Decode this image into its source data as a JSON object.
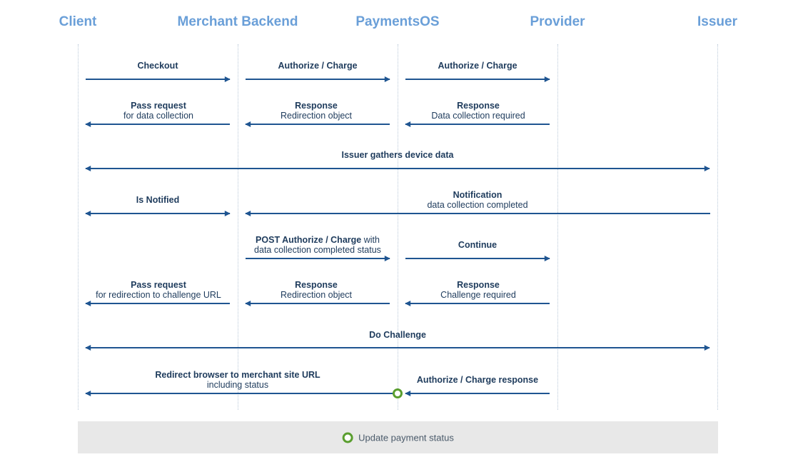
{
  "actors": [
    "Client",
    "Merchant Backend",
    "PaymentsOS",
    "Provider",
    "Issuer"
  ],
  "messages": [
    {
      "bold": "Checkout",
      "normal": ""
    },
    {
      "bold": "Authorize / Charge",
      "normal": ""
    },
    {
      "bold": "Authorize / Charge",
      "normal": ""
    },
    {
      "bold": "Pass request",
      "normal": "for data collection"
    },
    {
      "bold": "Response",
      "normal": "Redirection object"
    },
    {
      "bold": "Response",
      "normal": "Data collection required"
    },
    {
      "bold": "Issuer gathers device data",
      "normal": ""
    },
    {
      "bold": "Is Notified",
      "normal": ""
    },
    {
      "bold": "Notification",
      "normal": "data collection completed"
    },
    {
      "bold": "POST Authorize / Charge",
      "inline": " with",
      "normal": "data collection completed status"
    },
    {
      "bold": "Continue",
      "normal": ""
    },
    {
      "bold": "Pass request",
      "normal": "for redirection to challenge URL"
    },
    {
      "bold": "Response",
      "normal": "Redirection object"
    },
    {
      "bold": "Response",
      "normal": "Challenge required"
    },
    {
      "bold": "Do Challenge",
      "normal": ""
    },
    {
      "bold": "Redirect browser to merchant site URL",
      "normal": "including status"
    },
    {
      "bold": "Authorize / Charge  response",
      "normal": ""
    }
  ],
  "legend": {
    "label": "Update payment status"
  },
  "colors": {
    "actor": "#6a9fd8",
    "arrow": "#1f5591",
    "text": "#1e3b5c",
    "status_marker": "#5a9e2f",
    "legend_bg": "#e8e8e8"
  }
}
